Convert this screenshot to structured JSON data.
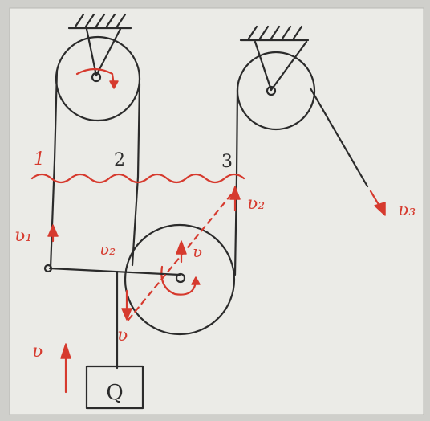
{
  "colors": {
    "paper": "#ebebe7",
    "ink": "#2b2b2b",
    "red": "#d63a2e",
    "border": "#b9b9b4"
  },
  "labels": {
    "section_1": "1",
    "section_2": "2",
    "section_3": "3",
    "v1": "ʋ₁",
    "v2": "ʋ₂",
    "v3": "ʋ₃",
    "v_center": "ʋ",
    "v_down": "ʋ",
    "v_left": "ʋ",
    "mass": "Q"
  },
  "icons": {
    "fixed_support": "hatched-ceiling-icon",
    "arrow": "velocity-arrow-icon",
    "rotation": "rotation-arrow-icon"
  }
}
